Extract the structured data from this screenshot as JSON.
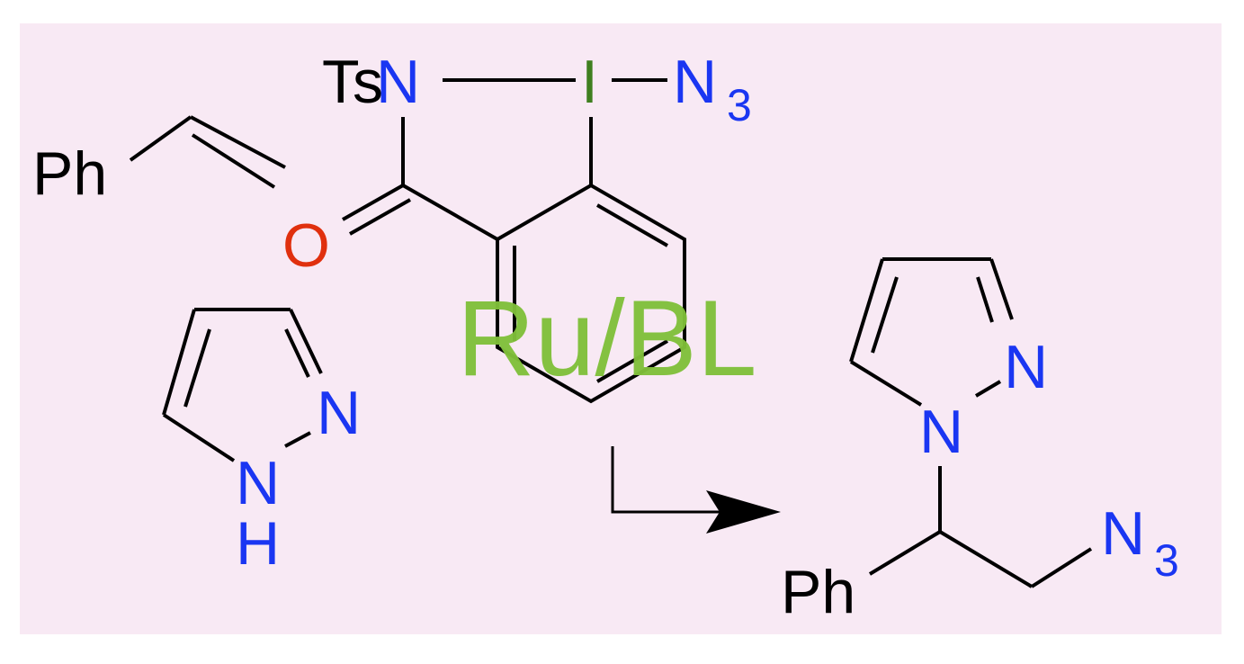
{
  "colors": {
    "page_background": "#ffffff",
    "panel_background": "#f8e9f4",
    "bond": "#000000",
    "carbon_label": "#000000",
    "nitrogen": "#1a36f2",
    "oxygen": "#e0300e",
    "iodine": "#3f7f1f",
    "catalyst": "#80c03a"
  },
  "reagents": {
    "alkene_substituent": "Ph",
    "hypervalent_iodine": {
      "tosyl": "Ts",
      "nitrogen": "N",
      "iodine": "I",
      "azide_n": "N",
      "azide_subscript": "3",
      "carbonyl_oxygen": "O"
    },
    "pyrazole": {
      "n2": "N",
      "n1": "N",
      "n1_hydrogen": "H"
    }
  },
  "catalyst": {
    "label": "Ru/BL"
  },
  "product": {
    "n2": "N",
    "n1": "N",
    "substituent": "Ph",
    "azide_n": "N",
    "azide_subscript": "3"
  }
}
